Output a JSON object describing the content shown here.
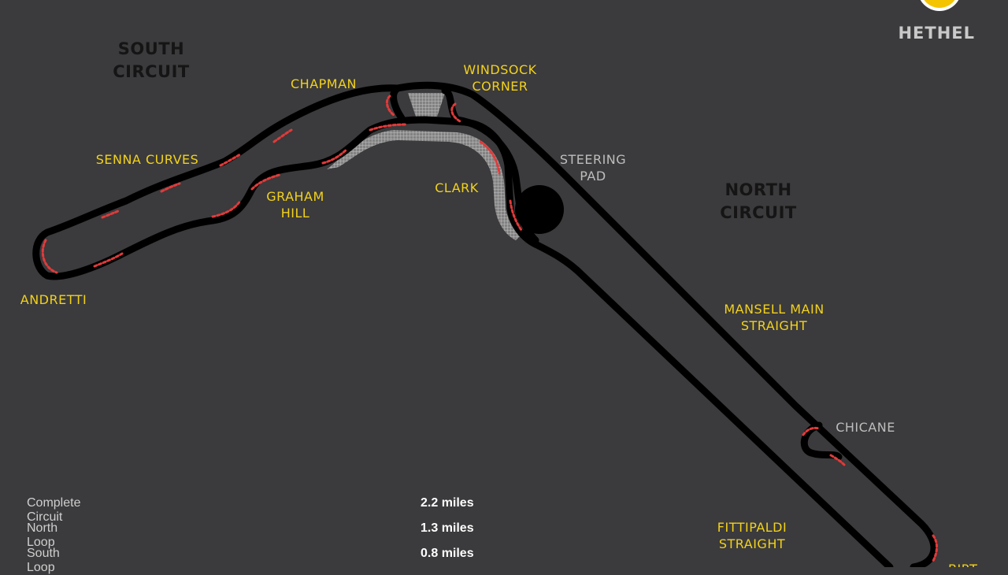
{
  "brand": {
    "name": "HETHEL",
    "logo_color": "#f5c400"
  },
  "regions": {
    "south": "SOUTH\nCIRCUIT",
    "north": "NORTH\nCIRCUIT"
  },
  "corners": {
    "chapman": "CHAPMAN",
    "windsock": "WINDSOCK\nCORNER",
    "senna": "SENNA CURVES",
    "graham": "GRAHAM\nHILL",
    "clark": "CLARK",
    "andretti": "ANDRETTI",
    "mansell": "MANSELL MAIN\nSTRAIGHT",
    "fittipaldi": "FITTIPALDI\nSTRAIGHT",
    "cut_off": "BIRT..."
  },
  "features": {
    "steering_pad": "STEERING\nPAD",
    "chicane": "CHICANE"
  },
  "stats": [
    {
      "name": "Complete Circuit",
      "value": "2.2 miles"
    },
    {
      "name": "North Loop",
      "value": "1.3 miles"
    },
    {
      "name": "South Loop",
      "value": "0.8 miles"
    }
  ],
  "colors": {
    "background": "#3b3a3c",
    "track": "#000000",
    "corner_label": "#f2d21b",
    "feature_label": "#bdbdbd",
    "kerb": "#e23a3a"
  }
}
